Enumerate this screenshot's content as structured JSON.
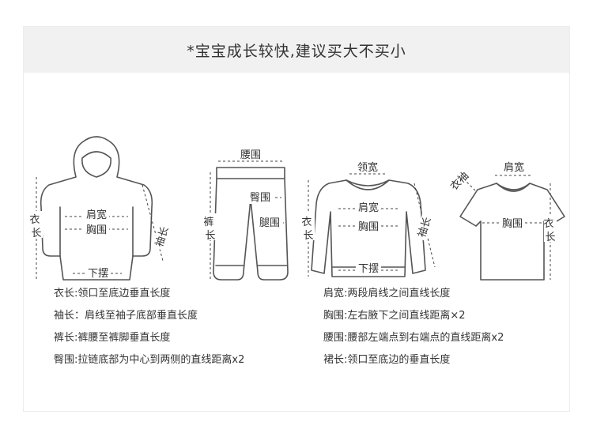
{
  "header": {
    "title": "*宝宝成长较快,建议买大不买小"
  },
  "figures": {
    "hoodie": {
      "chest_width": "肩宽",
      "chest": "胸围",
      "length": "衣长",
      "sleeve": "袖长",
      "hem": "下摆"
    },
    "pants": {
      "waist": "腰围",
      "length": "裤长",
      "hip": "臀围",
      "thigh": "腿围"
    },
    "sweater": {
      "collar": "领宽",
      "shoulder": "肩宽",
      "chest": "胸围",
      "length": "衣长",
      "sleeve": "袖长",
      "hem": "下摆"
    },
    "tshirt": {
      "shoulder": "肩宽",
      "sleeve": "衣袖",
      "chest": "胸围",
      "length": "衣长"
    }
  },
  "notes": {
    "left": [
      "衣长:领口至底边垂直长度",
      "袖长：肩线至袖子底部垂直长度",
      "裤长:裤腰至裤脚垂直长度",
      "臀围:拉链底部为中心到两侧的直线距离x2"
    ],
    "right": [
      "肩宽:两段肩线之间直线长度",
      "胸围:左右腋下之间直线距离×2",
      "腰围:腰部左端点到右端点的直线距离x2",
      "裙长:领口至底边的垂直长度"
    ]
  }
}
